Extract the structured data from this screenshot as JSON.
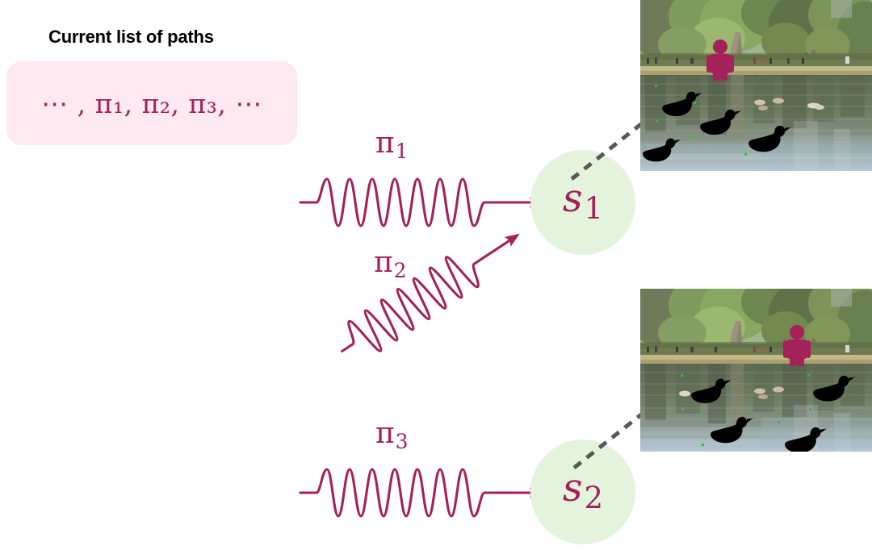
{
  "panel": {
    "title": "Current list of paths",
    "path_list_text": "⋯ , π₁, π₂, π₃, ⋯",
    "path_list_items": [
      "π₁",
      "π₂",
      "π₃"
    ],
    "ellipsis": "⋯",
    "comma": ","
  },
  "colors": {
    "magenta": "#a4215a",
    "pink_panel": "#fdeaf1",
    "green_node": "#e4f4dc",
    "dash_gray": "#585858",
    "title_black": "#000000",
    "person_figure": "#a4215a",
    "duck_silhouette": "#000000"
  },
  "edges": [
    {
      "id": "edge-pi1",
      "label_pi": "π",
      "label_sub": "1",
      "label_full": "π₁",
      "orientation": "horizontal",
      "target": "s1"
    },
    {
      "id": "edge-pi2",
      "label_pi": "π",
      "label_sub": "2",
      "label_full": "π₂",
      "orientation": "diagonal-up-right",
      "target": "s1"
    },
    {
      "id": "edge-pi3",
      "label_pi": "π",
      "label_sub": "3",
      "label_full": "π₃",
      "orientation": "horizontal",
      "target": "s2"
    }
  ],
  "states": [
    {
      "id": "s1",
      "label_s": "s",
      "label_sub": "1",
      "label_full": "s₁"
    },
    {
      "id": "s2",
      "label_s": "s",
      "label_sub": "2",
      "label_full": "s₂"
    }
  ],
  "photos": [
    {
      "id": "photo-s1",
      "alt": "park pond with trees, person pictogram left of center, four duck silhouettes",
      "person_position": "left-of-center",
      "duck_count": 4,
      "linked_state": "s1"
    },
    {
      "id": "photo-s2",
      "alt": "park pond with trees, person pictogram right of center, four duck silhouettes",
      "person_position": "right-of-center",
      "duck_count": 4,
      "linked_state": "s2"
    }
  ]
}
